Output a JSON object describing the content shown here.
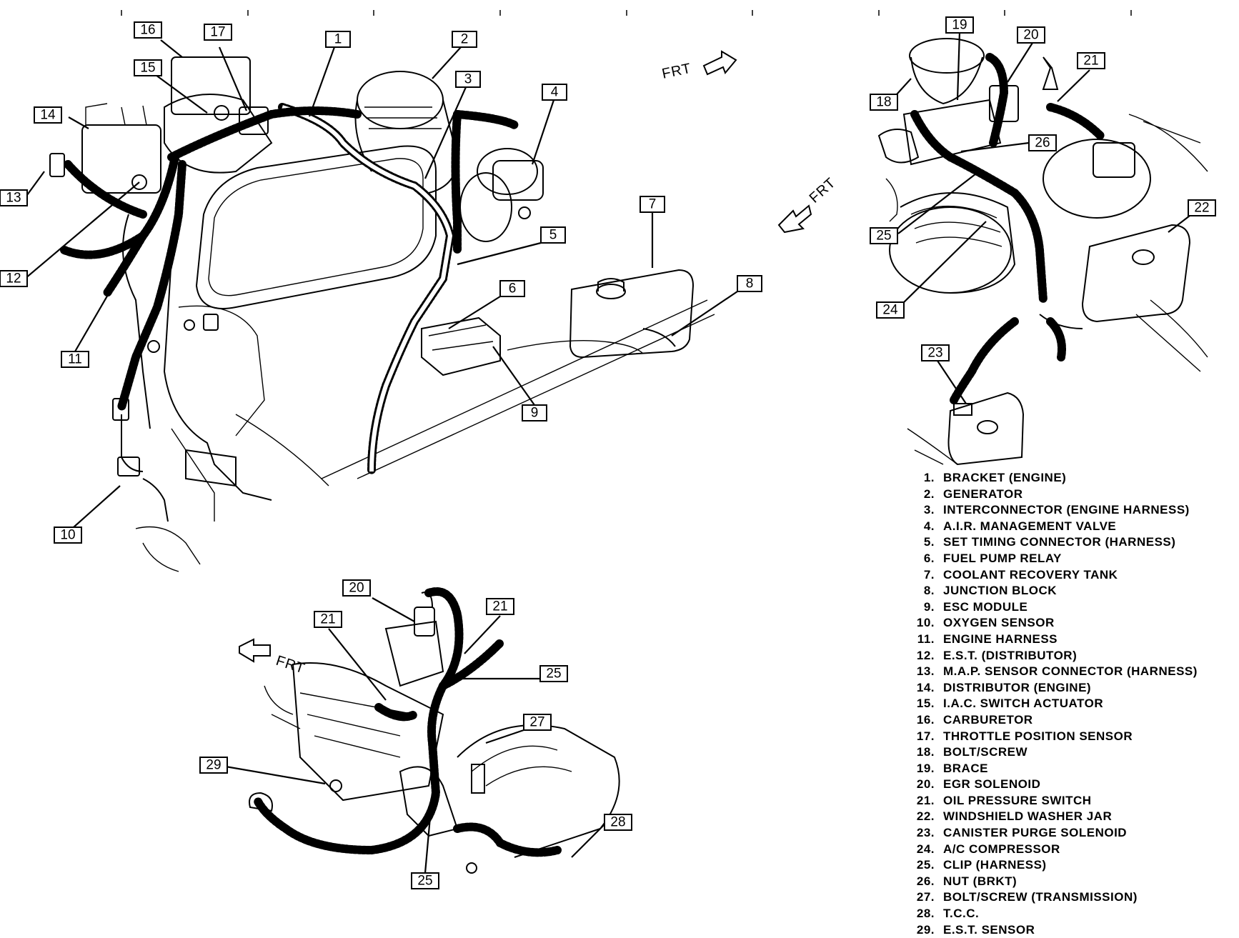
{
  "diagram": {
    "direction_labels": [
      "FRT",
      "FRT",
      "FRT"
    ],
    "callouts": [
      "1",
      "2",
      "3",
      "4",
      "5",
      "6",
      "7",
      "8",
      "9",
      "10",
      "11",
      "12",
      "13",
      "14",
      "15",
      "16",
      "17",
      "18",
      "19",
      "20",
      "21",
      "22",
      "23",
      "24",
      "25",
      "26",
      "20",
      "21",
      "21",
      "25",
      "27",
      "28",
      "29",
      "25"
    ]
  },
  "legend": [
    {
      "num": "1.",
      "text": "BRACKET (ENGINE)"
    },
    {
      "num": "2.",
      "text": "GENERATOR"
    },
    {
      "num": "3.",
      "text": "INTERCONNECTOR (ENGINE HARNESS)"
    },
    {
      "num": "4.",
      "text": "A.I.R. MANAGEMENT VALVE"
    },
    {
      "num": "5.",
      "text": "SET TIMING CONNECTOR (HARNESS)"
    },
    {
      "num": "6.",
      "text": "FUEL PUMP RELAY"
    },
    {
      "num": "7.",
      "text": "COOLANT RECOVERY TANK"
    },
    {
      "num": "8.",
      "text": "JUNCTION BLOCK"
    },
    {
      "num": "9.",
      "text": "ESC MODULE"
    },
    {
      "num": "10.",
      "text": "OXYGEN SENSOR"
    },
    {
      "num": "11.",
      "text": "ENGINE HARNESS"
    },
    {
      "num": "12.",
      "text": "E.S.T. (DISTRIBUTOR)"
    },
    {
      "num": "13.",
      "text": "M.A.P. SENSOR CONNECTOR (HARNESS)"
    },
    {
      "num": "14.",
      "text": "DISTRIBUTOR (ENGINE)"
    },
    {
      "num": "15.",
      "text": "I.A.C. SWITCH ACTUATOR"
    },
    {
      "num": "16.",
      "text": "CARBURETOR"
    },
    {
      "num": "17.",
      "text": "THROTTLE POSITION SENSOR"
    },
    {
      "num": "18.",
      "text": "BOLT/SCREW"
    },
    {
      "num": "19.",
      "text": "BRACE"
    },
    {
      "num": "20.",
      "text": "EGR SOLENOID"
    },
    {
      "num": "21.",
      "text": "OIL PRESSURE SWITCH"
    },
    {
      "num": "22.",
      "text": "WINDSHIELD WASHER JAR"
    },
    {
      "num": "23.",
      "text": "CANISTER PURGE SOLENOID"
    },
    {
      "num": "24.",
      "text": "A/C COMPRESSOR"
    },
    {
      "num": "25.",
      "text": "CLIP (HARNESS)"
    },
    {
      "num": "26.",
      "text": "NUT (BRKT)"
    },
    {
      "num": "27.",
      "text": "BOLT/SCREW (TRANSMISSION)"
    },
    {
      "num": "28.",
      "text": "T.C.C."
    },
    {
      "num": "29.",
      "text": "E.S.T. SENSOR"
    }
  ]
}
